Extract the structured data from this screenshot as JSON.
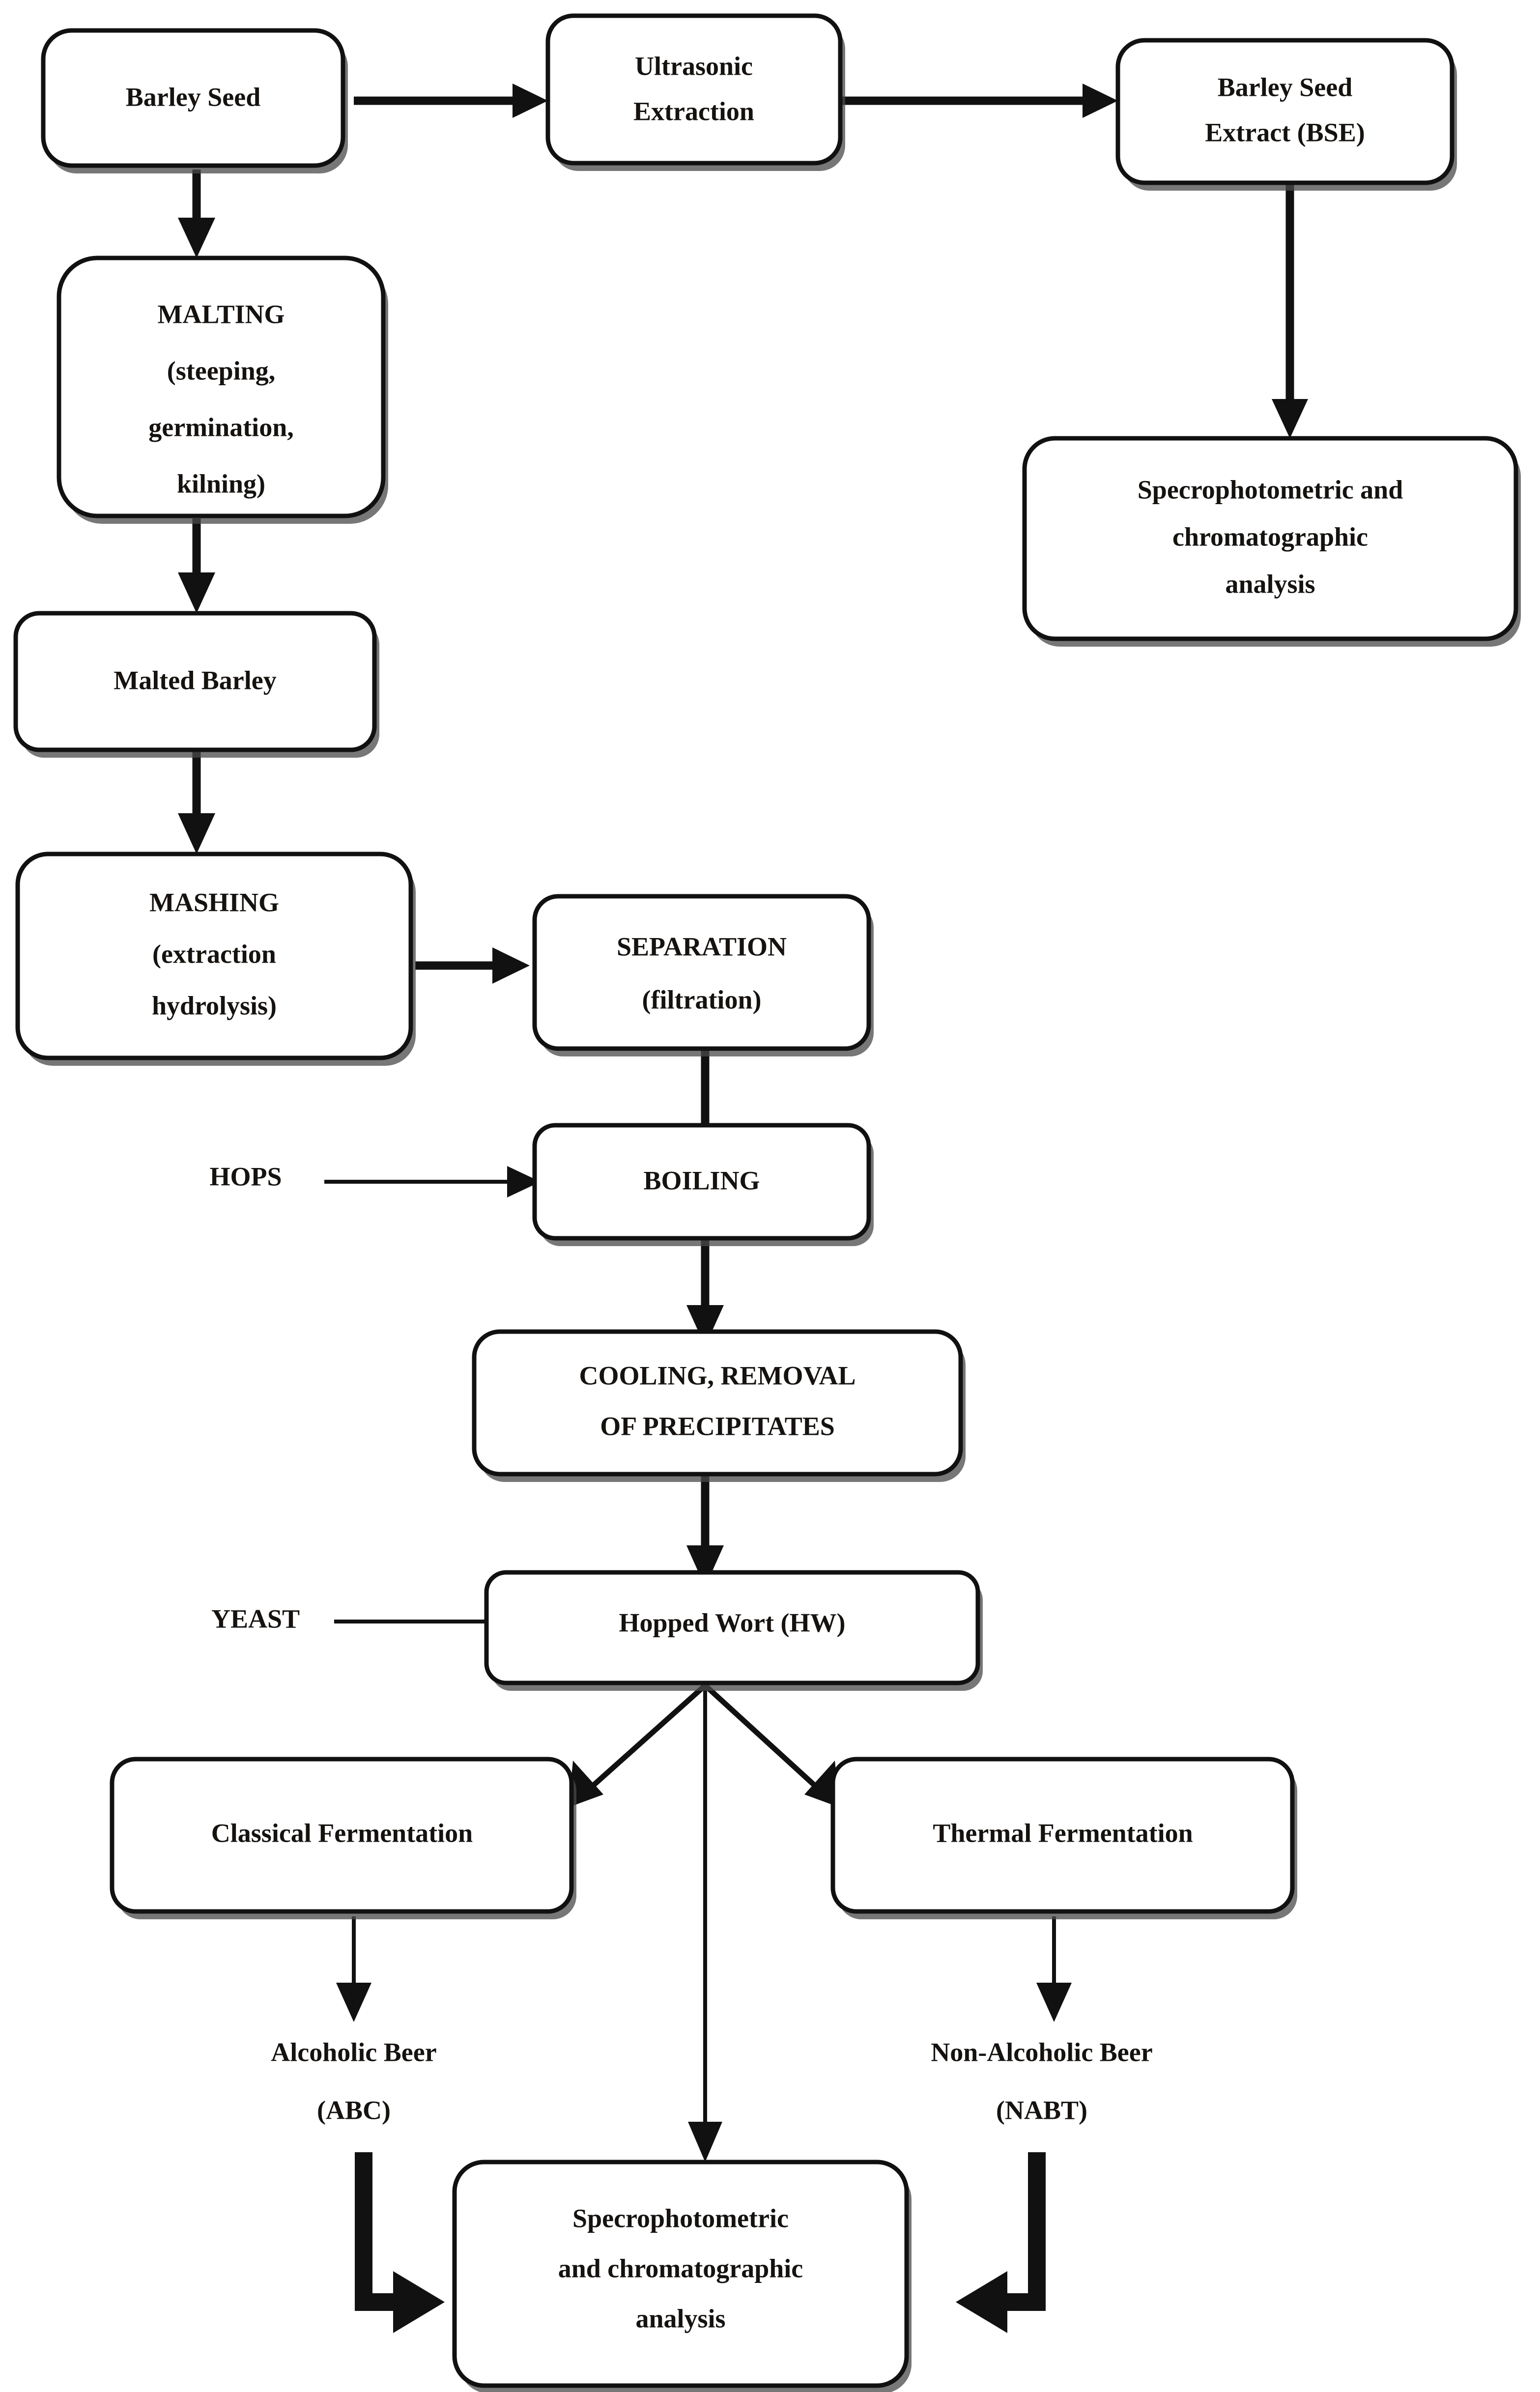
{
  "diagram": {
    "title": "Barley beer and barley seed extract process flowchart",
    "background_color": "#ffffff",
    "line_color": "#111111",
    "text_color": "#15120f",
    "nodes": [
      {
        "id": "barley_seed",
        "label": "Barley Seed"
      },
      {
        "id": "ultrasonic",
        "label_line1": "Ultrasonic",
        "label_line2": "Extraction"
      },
      {
        "id": "bse",
        "label_line1": "Barley Seed",
        "label_line2": "Extract (BSE)"
      },
      {
        "id": "analysis_top",
        "label_line1": "Specrophotometric and",
        "label_line2": "chromatographic",
        "label_line3": "analysis"
      },
      {
        "id": "malting",
        "label_line1": "MALTING",
        "label_line2": "(steeping,",
        "label_line3": "germination,",
        "label_line4": "kilning)"
      },
      {
        "id": "malted_barley",
        "label": "Malted Barley"
      },
      {
        "id": "mashing",
        "label_line1": "MASHING",
        "label_line2": "(extraction",
        "label_line3": "hydrolysis)"
      },
      {
        "id": "separation",
        "label_line1": "SEPARATION",
        "label_line2": "(filtration)"
      },
      {
        "id": "boiling",
        "label": "BOILING"
      },
      {
        "id": "cooling",
        "label_line1": "COOLING, REMOVAL",
        "label_line2": "OF PRECIPITATES"
      },
      {
        "id": "hopped_wort",
        "label": "Hopped Wort (HW)"
      },
      {
        "id": "classical_ferm",
        "label": "Classical Fermentation"
      },
      {
        "id": "thermal_ferm",
        "label": "Thermal Fermentation"
      },
      {
        "id": "analysis_bottom",
        "label_line1": "Specrophotometric",
        "label_line2": "and chromatographic",
        "label_line3": "analysis"
      }
    ],
    "free_labels": [
      {
        "id": "hops",
        "label": "HOPS"
      },
      {
        "id": "yeast",
        "label": "YEAST"
      },
      {
        "id": "abc",
        "label_line1": "Alcoholic Beer",
        "label_line2": "(ABC)"
      },
      {
        "id": "nabt",
        "label_line1": "Non-Alcoholic Beer",
        "label_line2": "(NABT)"
      }
    ],
    "edges": [
      {
        "from": "barley_seed",
        "to": "ultrasonic",
        "style": "thick-horizontal"
      },
      {
        "from": "ultrasonic",
        "to": "bse",
        "style": "thick-horizontal"
      },
      {
        "from": "bse",
        "to": "analysis_top",
        "style": "thick-vertical"
      },
      {
        "from": "barley_seed",
        "to": "malting",
        "style": "thick-vertical"
      },
      {
        "from": "malting",
        "to": "malted_barley",
        "style": "thick-vertical"
      },
      {
        "from": "malted_barley",
        "to": "mashing",
        "style": "thick-vertical"
      },
      {
        "from": "mashing",
        "to": "separation",
        "style": "thick-horizontal"
      },
      {
        "from": "separation",
        "to": "boiling",
        "style": "thick-vertical"
      },
      {
        "from": "hops",
        "to": "boiling",
        "style": "thin-horizontal"
      },
      {
        "from": "boiling",
        "to": "cooling",
        "style": "thick-vertical"
      },
      {
        "from": "cooling",
        "to": "hopped_wort",
        "style": "thick-vertical"
      },
      {
        "from": "yeast",
        "to": "hopped_wort",
        "style": "thin-horizontal"
      },
      {
        "from": "hopped_wort",
        "to": "classical_ferm",
        "style": "diagonal-left"
      },
      {
        "from": "hopped_wort",
        "to": "thermal_ferm",
        "style": "diagonal-right"
      },
      {
        "from": "hopped_wort",
        "to": "analysis_bottom",
        "style": "straight-vertical-long"
      },
      {
        "from": "classical_ferm",
        "to": "abc",
        "style": "thick-vertical"
      },
      {
        "from": "thermal_ferm",
        "to": "nabt",
        "style": "thick-vertical"
      },
      {
        "from": "abc",
        "to": "analysis_bottom",
        "style": "fat-elbow-right"
      },
      {
        "from": "nabt",
        "to": "analysis_bottom",
        "style": "fat-elbow-left"
      }
    ]
  }
}
